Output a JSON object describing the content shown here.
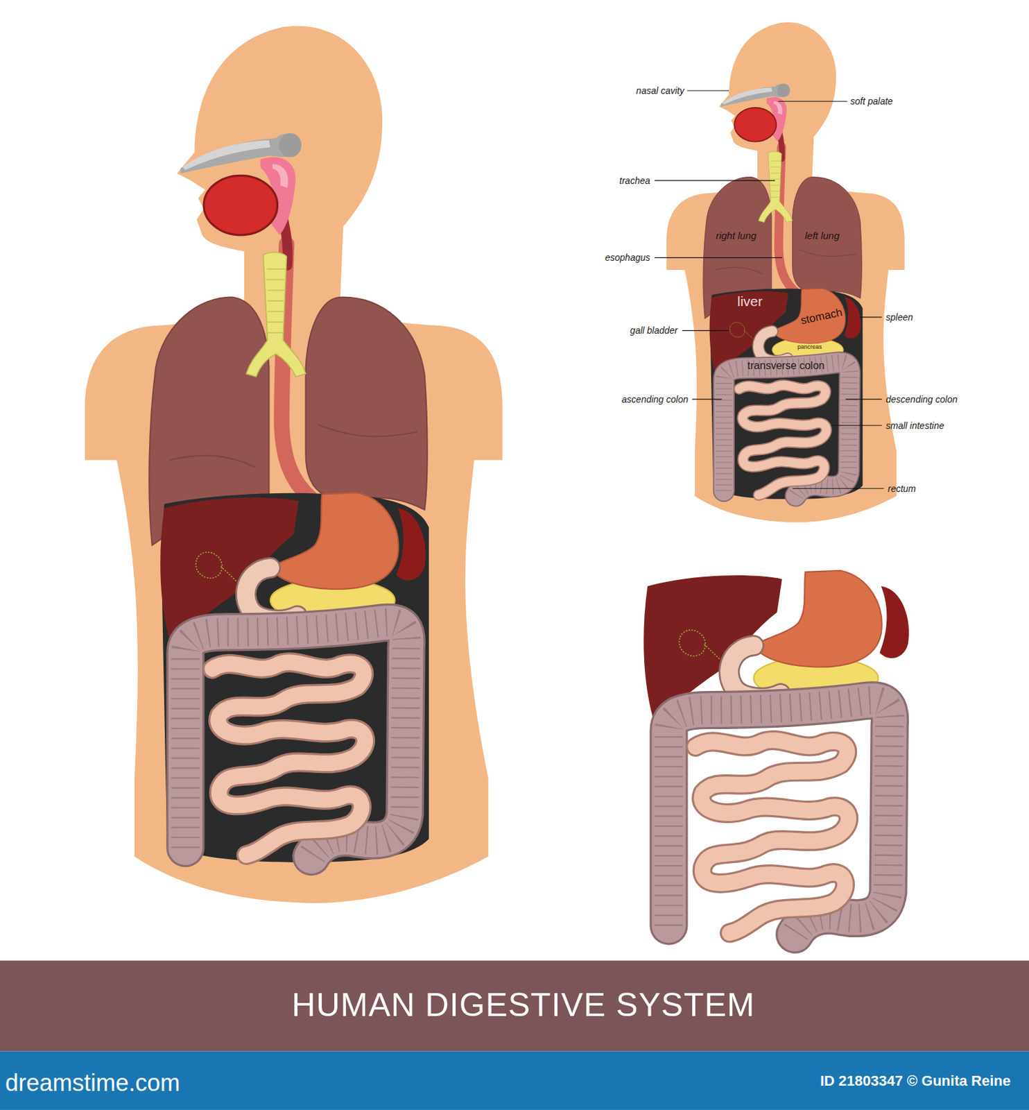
{
  "diagram": {
    "title": "HUMAN DIGESTIVE SYSTEM",
    "labels": [
      "nasal cavity",
      "soft palate",
      "trachea",
      "right lung",
      "left lung",
      "esophagus",
      "liver",
      "stomach",
      "spleen",
      "gall bladder",
      "pancreas",
      "transverse colon",
      "ascending colon",
      "descending colon",
      "small intestine",
      "rectum",
      "dreamstime.com",
      "ID 21803347 © Gunita Reine"
    ]
  }
}
